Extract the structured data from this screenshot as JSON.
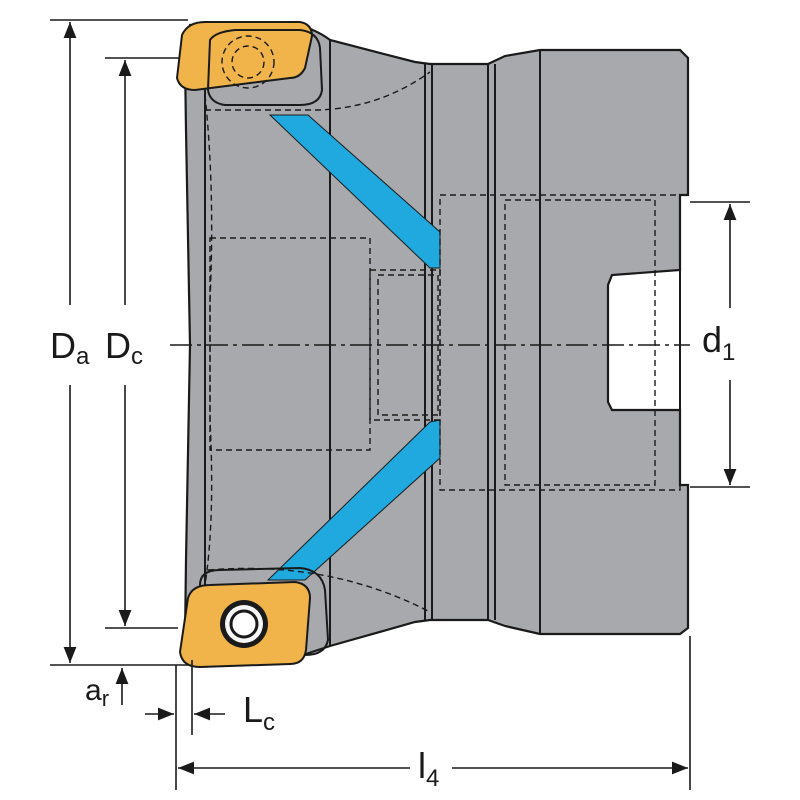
{
  "colors": {
    "body": "#a7a9ac",
    "outline": "#1a1a1a",
    "coolant": "#1fa9df",
    "insert": "#f0b44a",
    "background": "#ffffff"
  },
  "labels": {
    "Da_main": "D",
    "Da_sub": "a",
    "Dc_main": "D",
    "Dc_sub": "c",
    "d1_main": "d",
    "d1_sub": "1",
    "ar_main": "a",
    "ar_sub": "r",
    "Lc_main": "L",
    "Lc_sub": "c",
    "l4_main": "l",
    "l4_sub": "4"
  }
}
